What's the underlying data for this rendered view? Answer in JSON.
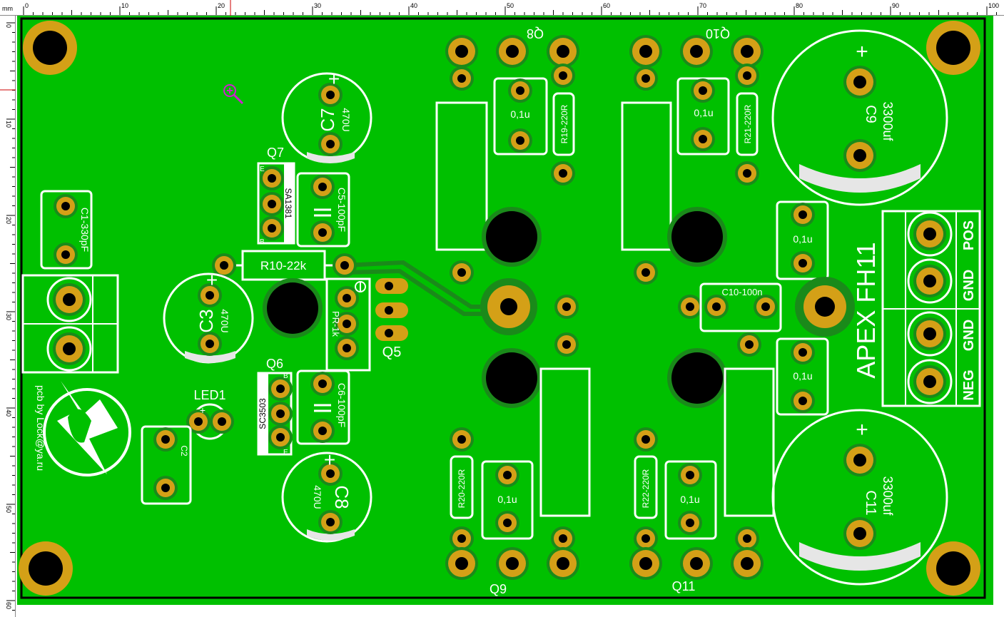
{
  "ruler": {
    "unit": "mm",
    "top_labels": [
      "0",
      "10",
      "20",
      "30",
      "40",
      "50",
      "60",
      "70",
      "80",
      "90",
      "100"
    ],
    "left_labels": [
      "0",
      "10",
      "20",
      "30",
      "40",
      "50",
      "60"
    ]
  },
  "components": {
    "c7": {
      "name": "C7",
      "value": "470U"
    },
    "c3": {
      "name": "C3",
      "value": "470U"
    },
    "c8": {
      "name": "C8",
      "value": "470U"
    },
    "c9": {
      "name": "C9",
      "value": "3300uf"
    },
    "c11": {
      "name": "C11",
      "value": "3300uf"
    },
    "q7": {
      "name": "Q7",
      "part": "SA1381"
    },
    "q6": {
      "name": "Q6",
      "part": "SC3503"
    },
    "q5": "Q5",
    "q8": "Q8",
    "q9": "Q9",
    "q10": "Q10",
    "q11": "Q11",
    "c5": "C5-100pF",
    "c6": "C6-100pF",
    "c1": "C1-330pF",
    "c2": "C2",
    "c10": "C10-100n",
    "r10": "R10-22k",
    "r19": "R19-220R",
    "r20": "R20-220R",
    "r21": "R21-220R",
    "r22": "R22-220R",
    "pr": "PR-1k",
    "led1": "LED1",
    "cap_01u": "0,1u",
    "pin_e": "E",
    "pin_b": "B",
    "plus": "+"
  },
  "title": "APEX FH11",
  "terminals": [
    "POS",
    "GND",
    "GND",
    "NEG"
  ],
  "author": "pcb by Lock@ya.ru",
  "colors": {
    "board": "#00c000",
    "pad": "#d4a017",
    "silk": "#ffffff",
    "trace": "#1a8a1a",
    "ruler_marker": "#cc0000"
  }
}
